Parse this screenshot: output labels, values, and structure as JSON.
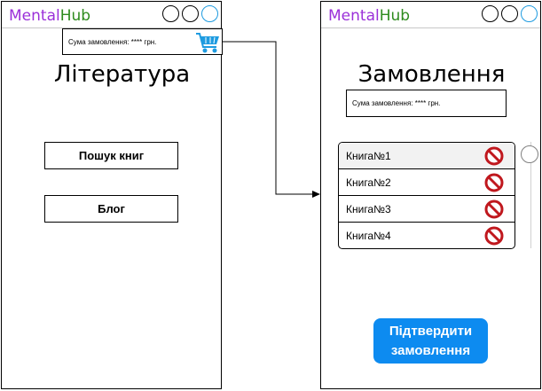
{
  "brand": {
    "part1": "Mental",
    "part2": "Hub"
  },
  "left_screen": {
    "order_sum": "Сума замовлення: **** грн.",
    "title": "Література",
    "buttons": {
      "search_books": "Пошук книг",
      "blog": "Блог"
    }
  },
  "right_screen": {
    "title": "Замовлення",
    "order_sum": "Сума замовлення: **** грн.",
    "books": [
      {
        "label": "Книга№1"
      },
      {
        "label": "Книга№2"
      },
      {
        "label": "Книга№3"
      },
      {
        "label": "Книга№4"
      }
    ],
    "confirm_label": "Підтвердити замовлення"
  },
  "colors": {
    "brand_purple": "#9b30d9",
    "brand_green": "#2e8b1e",
    "accent_blue": "#0d8bf0",
    "remove_red": "#c0181e"
  },
  "icons": [
    "cart-icon",
    "remove-icon",
    "window-circle-icon",
    "arrow-connector"
  ]
}
